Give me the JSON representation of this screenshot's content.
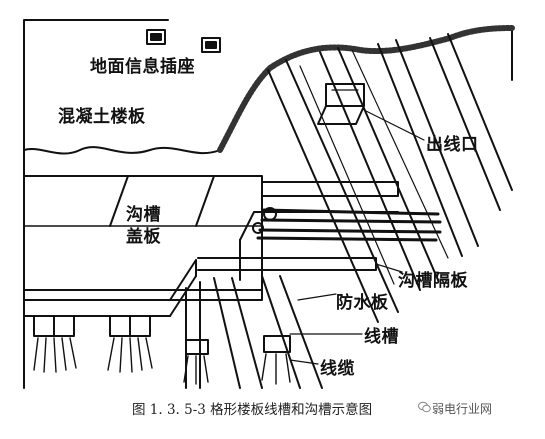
{
  "labels": {
    "floor_socket": "地面信息插座",
    "concrete_slab": "混凝土楼板",
    "outlet": "出线口",
    "cover_line1": "沟槽",
    "cover_line2": "盖板",
    "trench_divider": "沟槽隔板",
    "waterproof_board": "防水板",
    "wire_trough": "线槽",
    "cable": "线缆"
  },
  "caption": "图 1. 3. 5-3 格形楼板线槽和沟槽示意图",
  "watermark": "弱电行业网",
  "icons": {
    "watermark": "wechat-icon"
  }
}
